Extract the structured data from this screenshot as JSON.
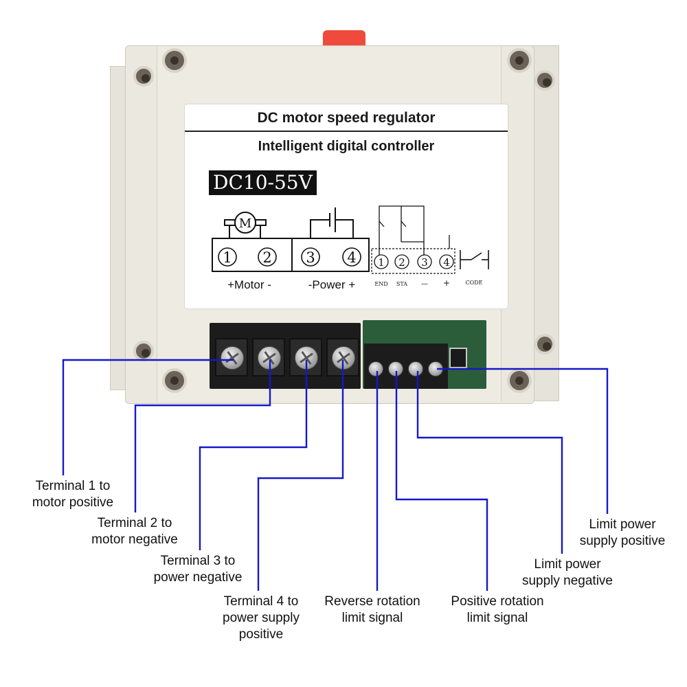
{
  "label": {
    "title": "DC motor speed regulator",
    "subtitle": "Intelligent digital controller",
    "voltage": "DC10-55V",
    "motor_symbol": "M",
    "main_terminals": [
      "1",
      "2",
      "3",
      "4"
    ],
    "motor_group": "+Motor -",
    "power_group": "-Power +",
    "signal_terminals": [
      "1",
      "2",
      "3",
      "4"
    ],
    "signal_labels": [
      "END",
      "STA",
      "—",
      "+"
    ],
    "code_label": "CODE"
  },
  "callouts": {
    "t1": [
      "Terminal 1 to",
      "motor positive"
    ],
    "t2": [
      "Terminal 2 to",
      "motor negative"
    ],
    "t3": [
      "Terminal 3 to",
      "power negative"
    ],
    "t4": [
      "Terminal 4 to",
      "power supply",
      "positive"
    ],
    "rev": [
      "Reverse rotation",
      "limit signal"
    ],
    "pos": [
      "Positive rotation",
      "limit signal"
    ],
    "lneg": [
      "Limit power",
      "supply negative"
    ],
    "lpos": [
      "Limit power",
      "supply positive"
    ]
  },
  "colors": {
    "leader": "#1418c8",
    "housing": "#ebe8df",
    "label_bg": "#ffffff",
    "terminal_block": "#1c1c1c",
    "pcb": "#2c5d3a",
    "knob": "#ef4a3c"
  }
}
